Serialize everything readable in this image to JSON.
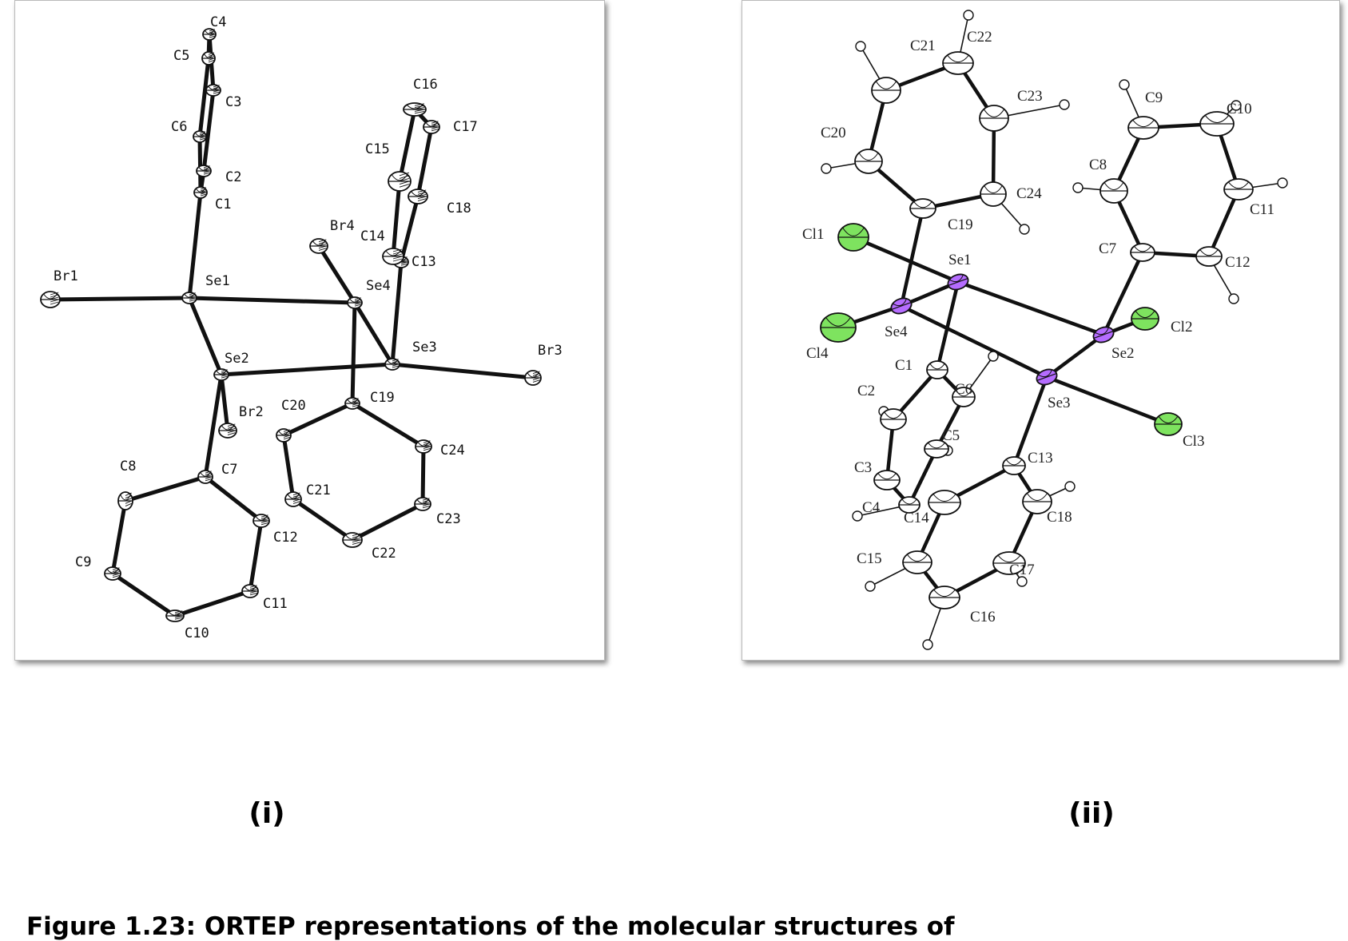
{
  "figure": {
    "caption": "Figure 1.23: ORTEP representations of the molecular structures of",
    "panels": [
      {
        "label": "(i)",
        "atoms": [
          {
            "id": "C1",
            "label": "C1"
          },
          {
            "id": "C2",
            "label": "C2"
          },
          {
            "id": "C3",
            "label": "C3"
          },
          {
            "id": "C4",
            "label": "C4"
          },
          {
            "id": "C5",
            "label": "C5"
          },
          {
            "id": "C6",
            "label": "C6"
          },
          {
            "id": "C7",
            "label": "C7"
          },
          {
            "id": "C8",
            "label": "C8"
          },
          {
            "id": "C9",
            "label": "C9"
          },
          {
            "id": "C10",
            "label": "C10"
          },
          {
            "id": "C11",
            "label": "C11"
          },
          {
            "id": "C12",
            "label": "C12"
          },
          {
            "id": "C13",
            "label": "C13"
          },
          {
            "id": "C14",
            "label": "C14"
          },
          {
            "id": "C15",
            "label": "C15"
          },
          {
            "id": "C16",
            "label": "C16"
          },
          {
            "id": "C17",
            "label": "C17"
          },
          {
            "id": "C18",
            "label": "C18"
          },
          {
            "id": "C19",
            "label": "C19"
          },
          {
            "id": "C20",
            "label": "C20"
          },
          {
            "id": "C21",
            "label": "C21"
          },
          {
            "id": "C22",
            "label": "C22"
          },
          {
            "id": "C23",
            "label": "C23"
          },
          {
            "id": "C24",
            "label": "C24"
          },
          {
            "id": "Se1",
            "label": "Se1"
          },
          {
            "id": "Se2",
            "label": "Se2"
          },
          {
            "id": "Se3",
            "label": "Se3"
          },
          {
            "id": "Se4",
            "label": "Se4"
          },
          {
            "id": "Br1",
            "label": "Br1"
          },
          {
            "id": "Br2",
            "label": "Br2"
          },
          {
            "id": "Br3",
            "label": "Br3"
          },
          {
            "id": "Br4",
            "label": "Br4"
          }
        ],
        "bonds": [
          [
            "Br1",
            "Se1"
          ],
          [
            "Se1",
            "Se4"
          ],
          [
            "Se1",
            "Se2"
          ],
          [
            "Se1",
            "C1"
          ],
          [
            "Se2",
            "Se3"
          ],
          [
            "Se2",
            "Br2"
          ],
          [
            "Se2",
            "C7"
          ],
          [
            "Se4",
            "Se3"
          ],
          [
            "Se4",
            "Br4"
          ],
          [
            "Se4",
            "C19"
          ],
          [
            "Se3",
            "Br3"
          ],
          [
            "Se3",
            "C13"
          ],
          [
            "C1",
            "C2"
          ],
          [
            "C2",
            "C3"
          ],
          [
            "C3",
            "C4"
          ],
          [
            "C4",
            "C5"
          ],
          [
            "C5",
            "C6"
          ],
          [
            "C6",
            "C1"
          ],
          [
            "C7",
            "C8"
          ],
          [
            "C8",
            "C9"
          ],
          [
            "C9",
            "C10"
          ],
          [
            "C10",
            "C11"
          ],
          [
            "C11",
            "C12"
          ],
          [
            "C12",
            "C7"
          ],
          [
            "C13",
            "C14"
          ],
          [
            "C14",
            "C15"
          ],
          [
            "C15",
            "C16"
          ],
          [
            "C16",
            "C17"
          ],
          [
            "C17",
            "C18"
          ],
          [
            "C18",
            "C13"
          ],
          [
            "C19",
            "C20"
          ],
          [
            "C20",
            "C21"
          ],
          [
            "C21",
            "C22"
          ],
          [
            "C22",
            "C23"
          ],
          [
            "C23",
            "C24"
          ],
          [
            "C24",
            "C19"
          ]
        ]
      },
      {
        "label": "(ii)",
        "atoms": [
          {
            "id": "C1",
            "label": "C1"
          },
          {
            "id": "C2",
            "label": "C2"
          },
          {
            "id": "C3",
            "label": "C3"
          },
          {
            "id": "C4",
            "label": "C4"
          },
          {
            "id": "C5",
            "label": "C5"
          },
          {
            "id": "C6",
            "label": "C6"
          },
          {
            "id": "C7",
            "label": "C7"
          },
          {
            "id": "C8",
            "label": "C8"
          },
          {
            "id": "C9",
            "label": "C9"
          },
          {
            "id": "C10",
            "label": "C10"
          },
          {
            "id": "C11",
            "label": "C11"
          },
          {
            "id": "C12",
            "label": "C12"
          },
          {
            "id": "C13",
            "label": "C13"
          },
          {
            "id": "C14",
            "label": "C14"
          },
          {
            "id": "C15",
            "label": "C15"
          },
          {
            "id": "C16",
            "label": "C16"
          },
          {
            "id": "C17",
            "label": "C17"
          },
          {
            "id": "C18",
            "label": "C18"
          },
          {
            "id": "C19",
            "label": "C19"
          },
          {
            "id": "C20",
            "label": "C20"
          },
          {
            "id": "C21",
            "label": "C21"
          },
          {
            "id": "C22",
            "label": "C22"
          },
          {
            "id": "C23",
            "label": "C23"
          },
          {
            "id": "C24",
            "label": "C24"
          },
          {
            "id": "Se1",
            "label": "Se1"
          },
          {
            "id": "Se2",
            "label": "Se2"
          },
          {
            "id": "Se3",
            "label": "Se3"
          },
          {
            "id": "Se4",
            "label": "Se4"
          },
          {
            "id": "Cl1",
            "label": "Cl1"
          },
          {
            "id": "Cl2",
            "label": "Cl2"
          },
          {
            "id": "Cl3",
            "label": "Cl3"
          },
          {
            "id": "Cl4",
            "label": "Cl4"
          }
        ],
        "bonds": [
          [
            "Cl1",
            "Se1"
          ],
          [
            "Se1",
            "Se2"
          ],
          [
            "Se1",
            "Se4"
          ],
          [
            "Se1",
            "C1"
          ],
          [
            "Se4",
            "Cl4"
          ],
          [
            "Se4",
            "Se3"
          ],
          [
            "Se4",
            "C19"
          ],
          [
            "Se2",
            "Cl2"
          ],
          [
            "Se2",
            "Se3"
          ],
          [
            "Se2",
            "C7"
          ],
          [
            "Se3",
            "Cl3"
          ],
          [
            "Se3",
            "C13"
          ],
          [
            "C1",
            "C2"
          ],
          [
            "C2",
            "C3"
          ],
          [
            "C3",
            "C4"
          ],
          [
            "C4",
            "C5"
          ],
          [
            "C5",
            "C6"
          ],
          [
            "C6",
            "C1"
          ],
          [
            "C7",
            "C8"
          ],
          [
            "C8",
            "C9"
          ],
          [
            "C9",
            "C10"
          ],
          [
            "C10",
            "C11"
          ],
          [
            "C11",
            "C12"
          ],
          [
            "C12",
            "C7"
          ],
          [
            "C13",
            "C14"
          ],
          [
            "C14",
            "C15"
          ],
          [
            "C15",
            "C16"
          ],
          [
            "C16",
            "C17"
          ],
          [
            "C17",
            "C18"
          ],
          [
            "C18",
            "C13"
          ],
          [
            "C19",
            "C20"
          ],
          [
            "C20",
            "C21"
          ],
          [
            "C21",
            "C22"
          ],
          [
            "C22",
            "C23"
          ],
          [
            "C23",
            "C24"
          ],
          [
            "C24",
            "C19"
          ]
        ]
      }
    ]
  },
  "colors": {
    "bond": "#111111",
    "carbon": "#ffffff",
    "selenium_ii": "#b56cff",
    "chlorine_ii": "#7ee35f",
    "hydrogen": "#ffffff",
    "outline": "#111111"
  }
}
